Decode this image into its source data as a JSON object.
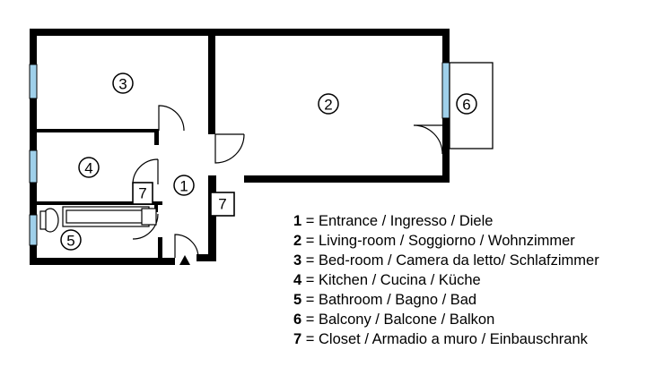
{
  "rooms": [
    {
      "num": "1"
    },
    {
      "num": "2"
    },
    {
      "num": "3"
    },
    {
      "num": "4"
    },
    {
      "num": "5"
    },
    {
      "num": "6"
    },
    {
      "num": "7"
    }
  ],
  "legend": [
    {
      "num": "1",
      "text": " = Entrance / Ingresso / Diele"
    },
    {
      "num": "2",
      "text": " = Living-room / Soggiorno / Wohnzimmer"
    },
    {
      "num": "3",
      "text": " = Bed-room / Camera da letto/ Schlafzimmer"
    },
    {
      "num": "4",
      "text": " = Kitchen / Cucina / Küche"
    },
    {
      "num": "5",
      "text": " = Bathroom / Bagno / Bad"
    },
    {
      "num": "6",
      "text": " = Balcony / Balcone / Balkon"
    },
    {
      "num": "7",
      "text": " = Closet / Armadio a muro / Einbauschrank"
    }
  ],
  "colors": {
    "wall": "#000000",
    "window": "#9fd0ea",
    "background": "#ffffff"
  }
}
